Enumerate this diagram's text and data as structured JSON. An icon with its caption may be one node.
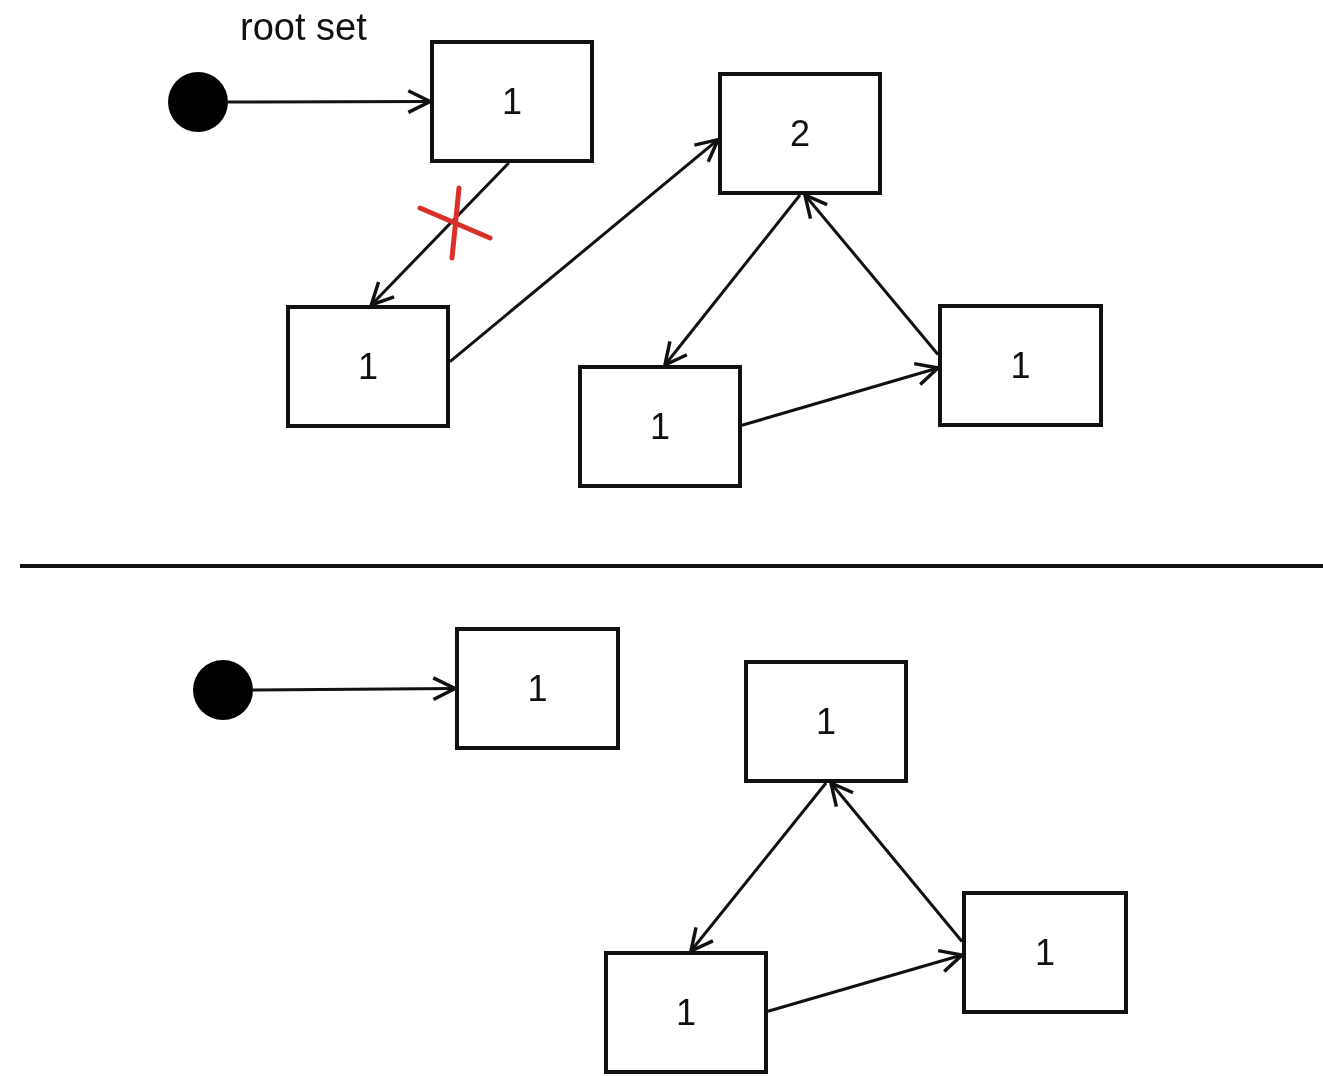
{
  "diagram": {
    "nodes": [
      {
        "text": [],
        "shape": "circle",
        "beside": [
          "root set"
        ]
      },
      {
        "text": [
          "1"
        ]
      },
      {
        "text": [
          "2"
        ]
      },
      {
        "text": [
          "1"
        ]
      },
      {
        "text": [
          "1"
        ]
      },
      {
        "text": [
          "1"
        ]
      },
      {
        "text": [],
        "shape": "circle"
      },
      {
        "text": [
          "1"
        ]
      },
      {
        "text": [
          "1"
        ]
      },
      {
        "text": [
          "1"
        ]
      },
      {
        "text": [
          "1"
        ]
      }
    ],
    "edges": [
      {
        "from": 0,
        "to": 1,
        "arrow": "to"
      },
      {
        "from": 1,
        "to": 3,
        "arrow": "to"
      },
      {
        "from": 3,
        "to": 2,
        "arrow": "to"
      },
      {
        "from": 2,
        "to": 4,
        "arrow": "to"
      },
      {
        "from": 4,
        "to": 5,
        "arrow": "to"
      },
      {
        "from": 5,
        "to": 2,
        "arrow": "to"
      },
      {
        "from": 6,
        "to": 7,
        "arrow": "to"
      },
      {
        "from": 8,
        "to": 9,
        "arrow": "to"
      },
      {
        "from": 9,
        "to": 10,
        "arrow": "to"
      },
      {
        "from": 10,
        "to": 8,
        "arrow": "to"
      }
    ]
  }
}
